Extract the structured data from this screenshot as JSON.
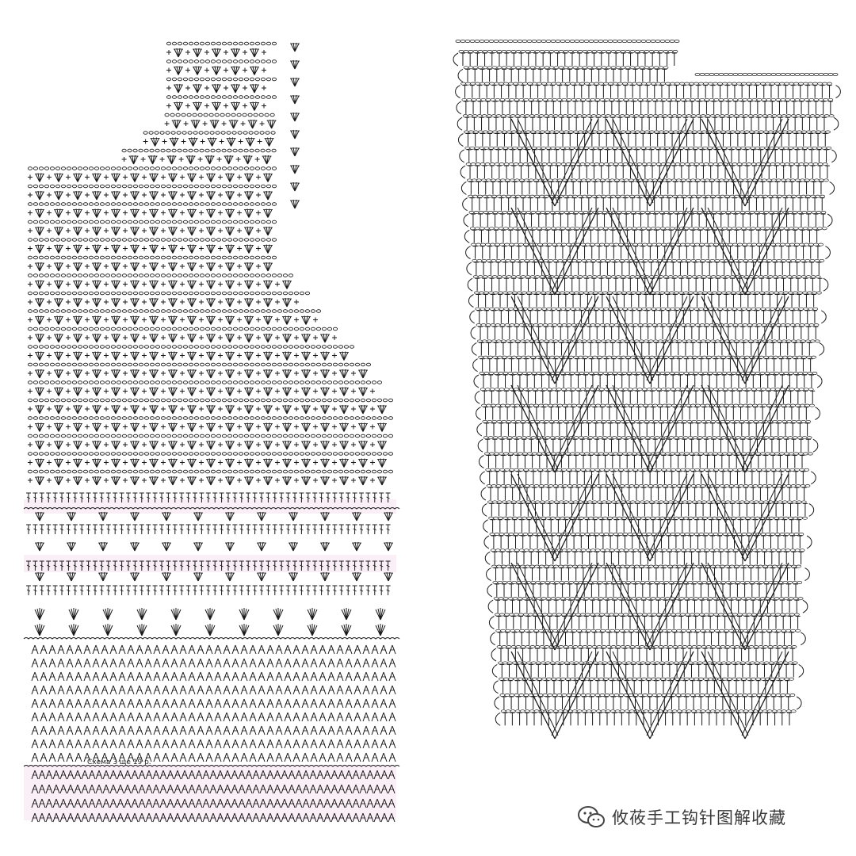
{
  "left_chart": {
    "name": "front-panel-stitch-chart",
    "schema_note": "Схема 3 ще 19 р."
  },
  "right_chart": {
    "name": "sleeve-stitch-chart"
  },
  "watermark": {
    "text": "攸莜手工钩针图解收藏",
    "icon": "wechat-icon"
  },
  "colors": {
    "ink": "#1a1a1a",
    "band_tint": "#fbeff7",
    "background": "#ffffff"
  }
}
